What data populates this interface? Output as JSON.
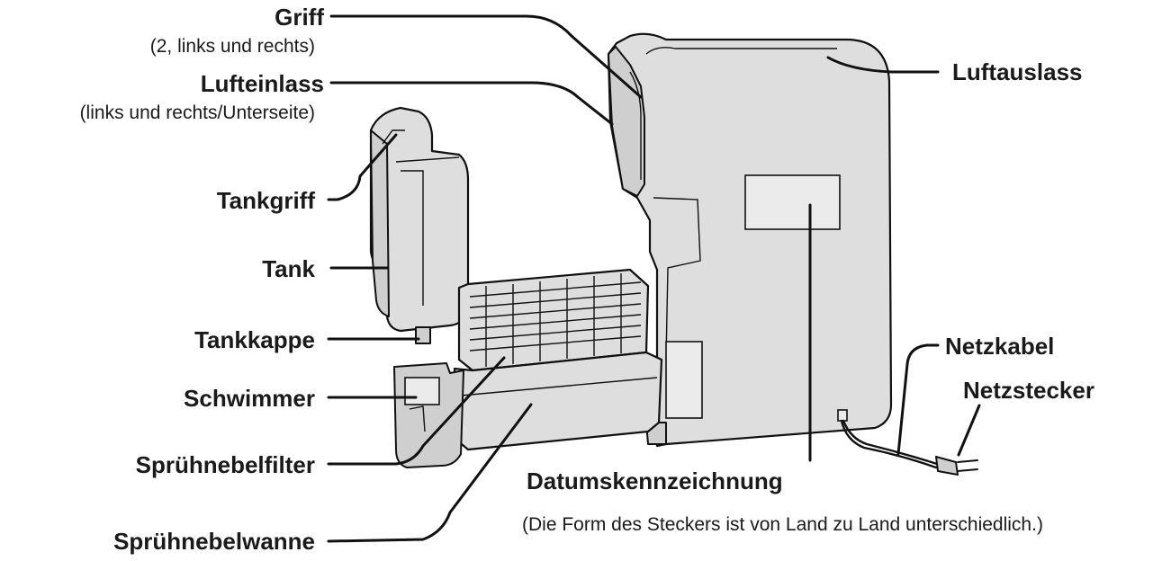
{
  "labels": {
    "griff": "Griff",
    "griff_sub": "(2, links und rechts)",
    "lufteinlass": "Lufteinlass",
    "lufteinlass_sub": "(links und rechts/Unterseite)",
    "tankgriff": "Tankgriff",
    "tank": "Tank",
    "tankkappe": "Tankkappe",
    "schwimmer": "Schwimmer",
    "spruehnebelfilter": "Sprühnebelfilter",
    "spruehnebelwanne": "Sprühnebelwanne",
    "luftauslass": "Luftauslass",
    "netzkabel": "Netzkabel",
    "netzstecker": "Netzstecker",
    "datumskennzeichnung": "Datumskennzeichnung"
  },
  "note": "(Die Form des Steckers ist von Land zu Land unterschiedlich.)"
}
